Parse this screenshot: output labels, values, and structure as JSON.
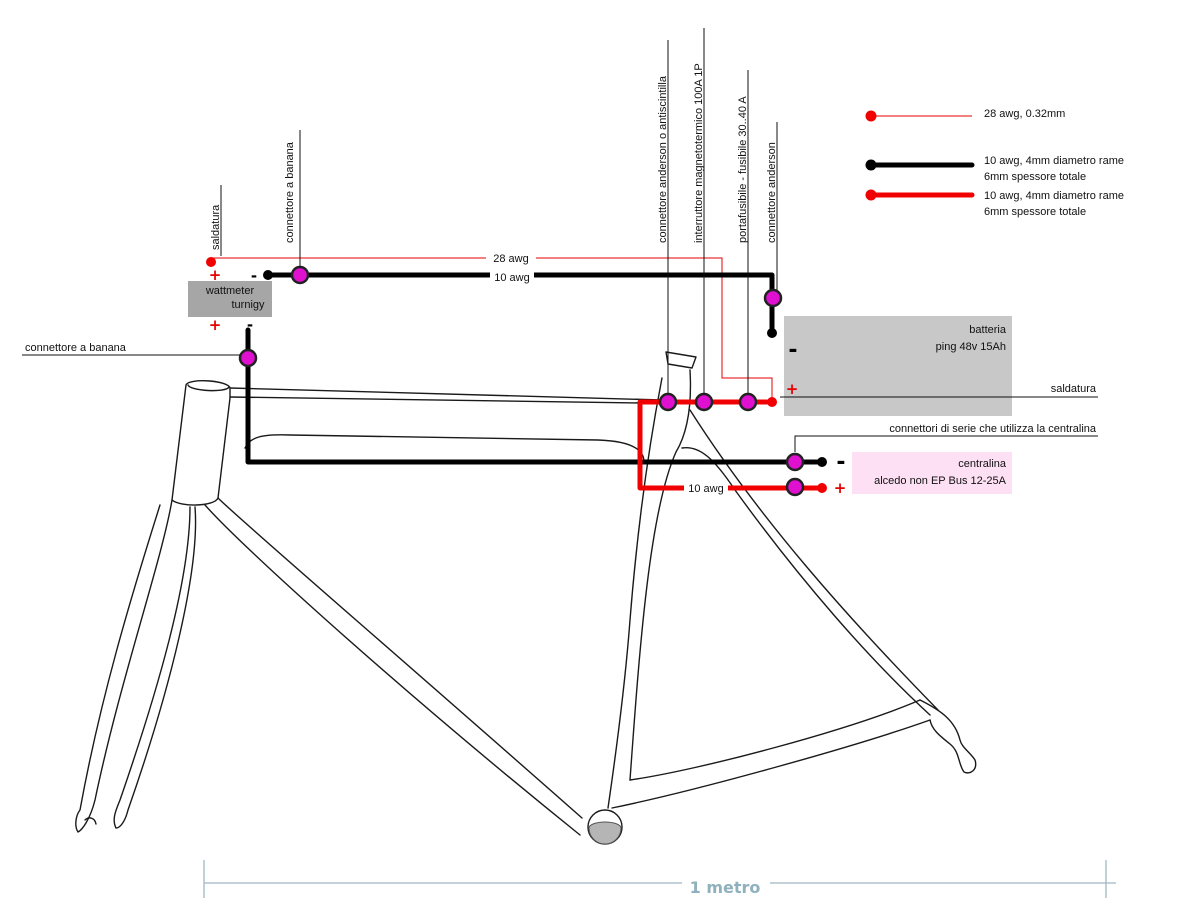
{
  "legend": {
    "thin_red": "28 awg,  0.32mm",
    "thick_black_1": "10 awg,  4mm diametro rame",
    "thick_black_2": "6mm spessore totale",
    "thick_red_1": "10 awg,  4mm diametro rame",
    "thick_red_2": "6mm spessore totale"
  },
  "labels": {
    "saldatura_top": "saldatura",
    "connettore_banana_top": "connettore  a  banana",
    "connettore_banana_left": "connettore  a banana",
    "anderson_antiscintilla": "connettore  anderson o antiscintilla",
    "interruttore": "interruttore magnetotermico 100A 1P",
    "portafusibile": "portafusibile - fusibile 30..40 A",
    "anderson": "connettore  anderson",
    "saldatura_right": "saldatura",
    "connettori_serie": "connettori di serie  che utilizza la centralina",
    "awg28": "28 awg",
    "awg10_top": "10 awg",
    "awg10_bottom": "10 awg"
  },
  "components": {
    "wattmeter_1": "wattmeter",
    "wattmeter_2": "turnigy",
    "battery_1": "batteria",
    "battery_2": "ping 48v 15Ah",
    "controller_1": "centralina",
    "controller_2": "alcedo non EP Bus 12-25A"
  },
  "signs": {
    "plus": "+",
    "minus": "-"
  },
  "scale": "1 metro",
  "colors": {
    "wire_red": "#f00000",
    "wire_black": "#000000",
    "connector": "#e010d0",
    "battery_box": "#c8c8c8",
    "wattmeter_box": "#a6a6a6",
    "controller_box": "#fde0f4",
    "scale": "#8fb0bd"
  }
}
